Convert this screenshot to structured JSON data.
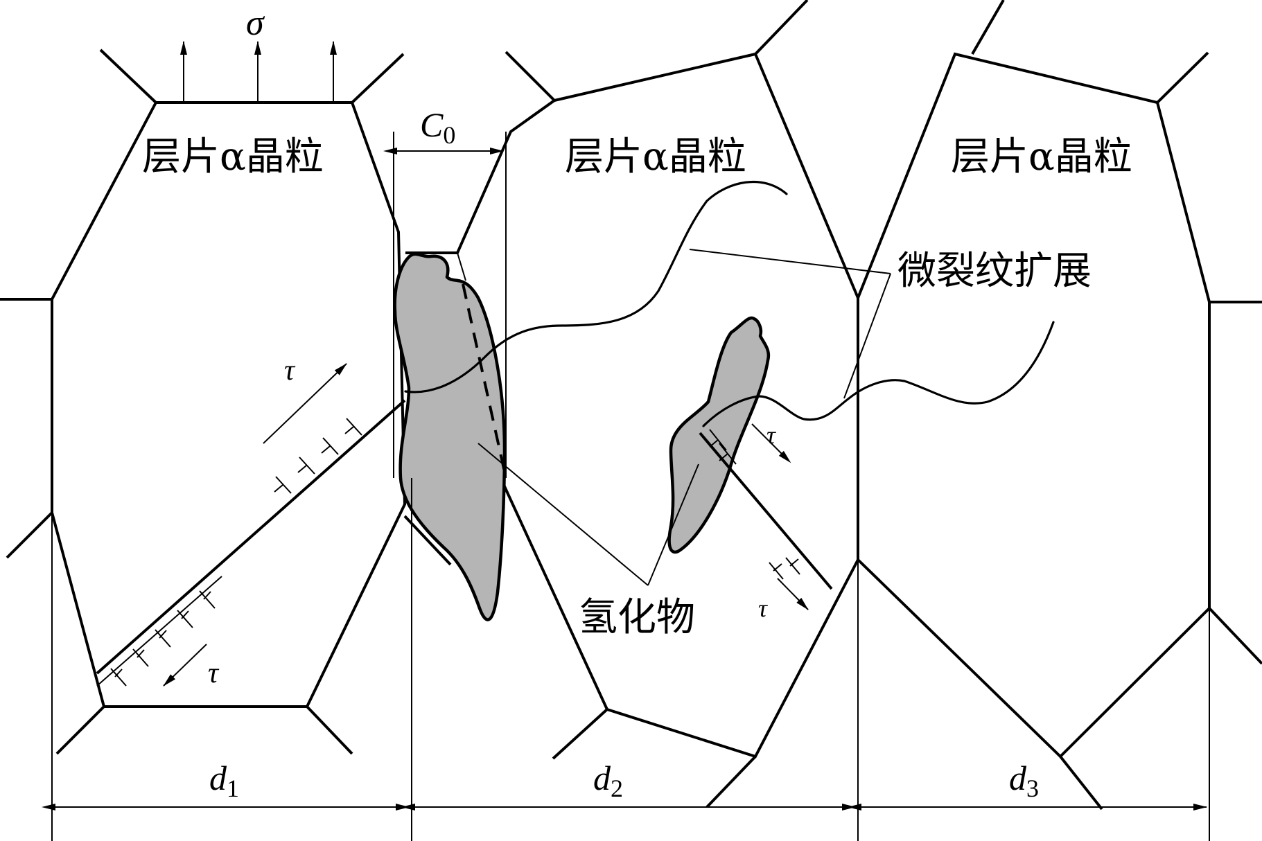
{
  "grain_label": "层片α晶粒",
  "stress_symbol": "σ",
  "shear_symbol": "τ",
  "crack_label": "微裂纹扩展",
  "hydride_label": "氢化物",
  "boundary_width": {
    "symbol": "C",
    "subscript": "0"
  },
  "grain_sizes": [
    {
      "symbol": "d",
      "subscript": "1"
    },
    {
      "symbol": "d",
      "subscript": "2"
    },
    {
      "symbol": "d",
      "subscript": "3"
    }
  ],
  "colors": {
    "line": "#000000",
    "hydride_fill": "#b5b5b5",
    "background": "#ffffff"
  }
}
